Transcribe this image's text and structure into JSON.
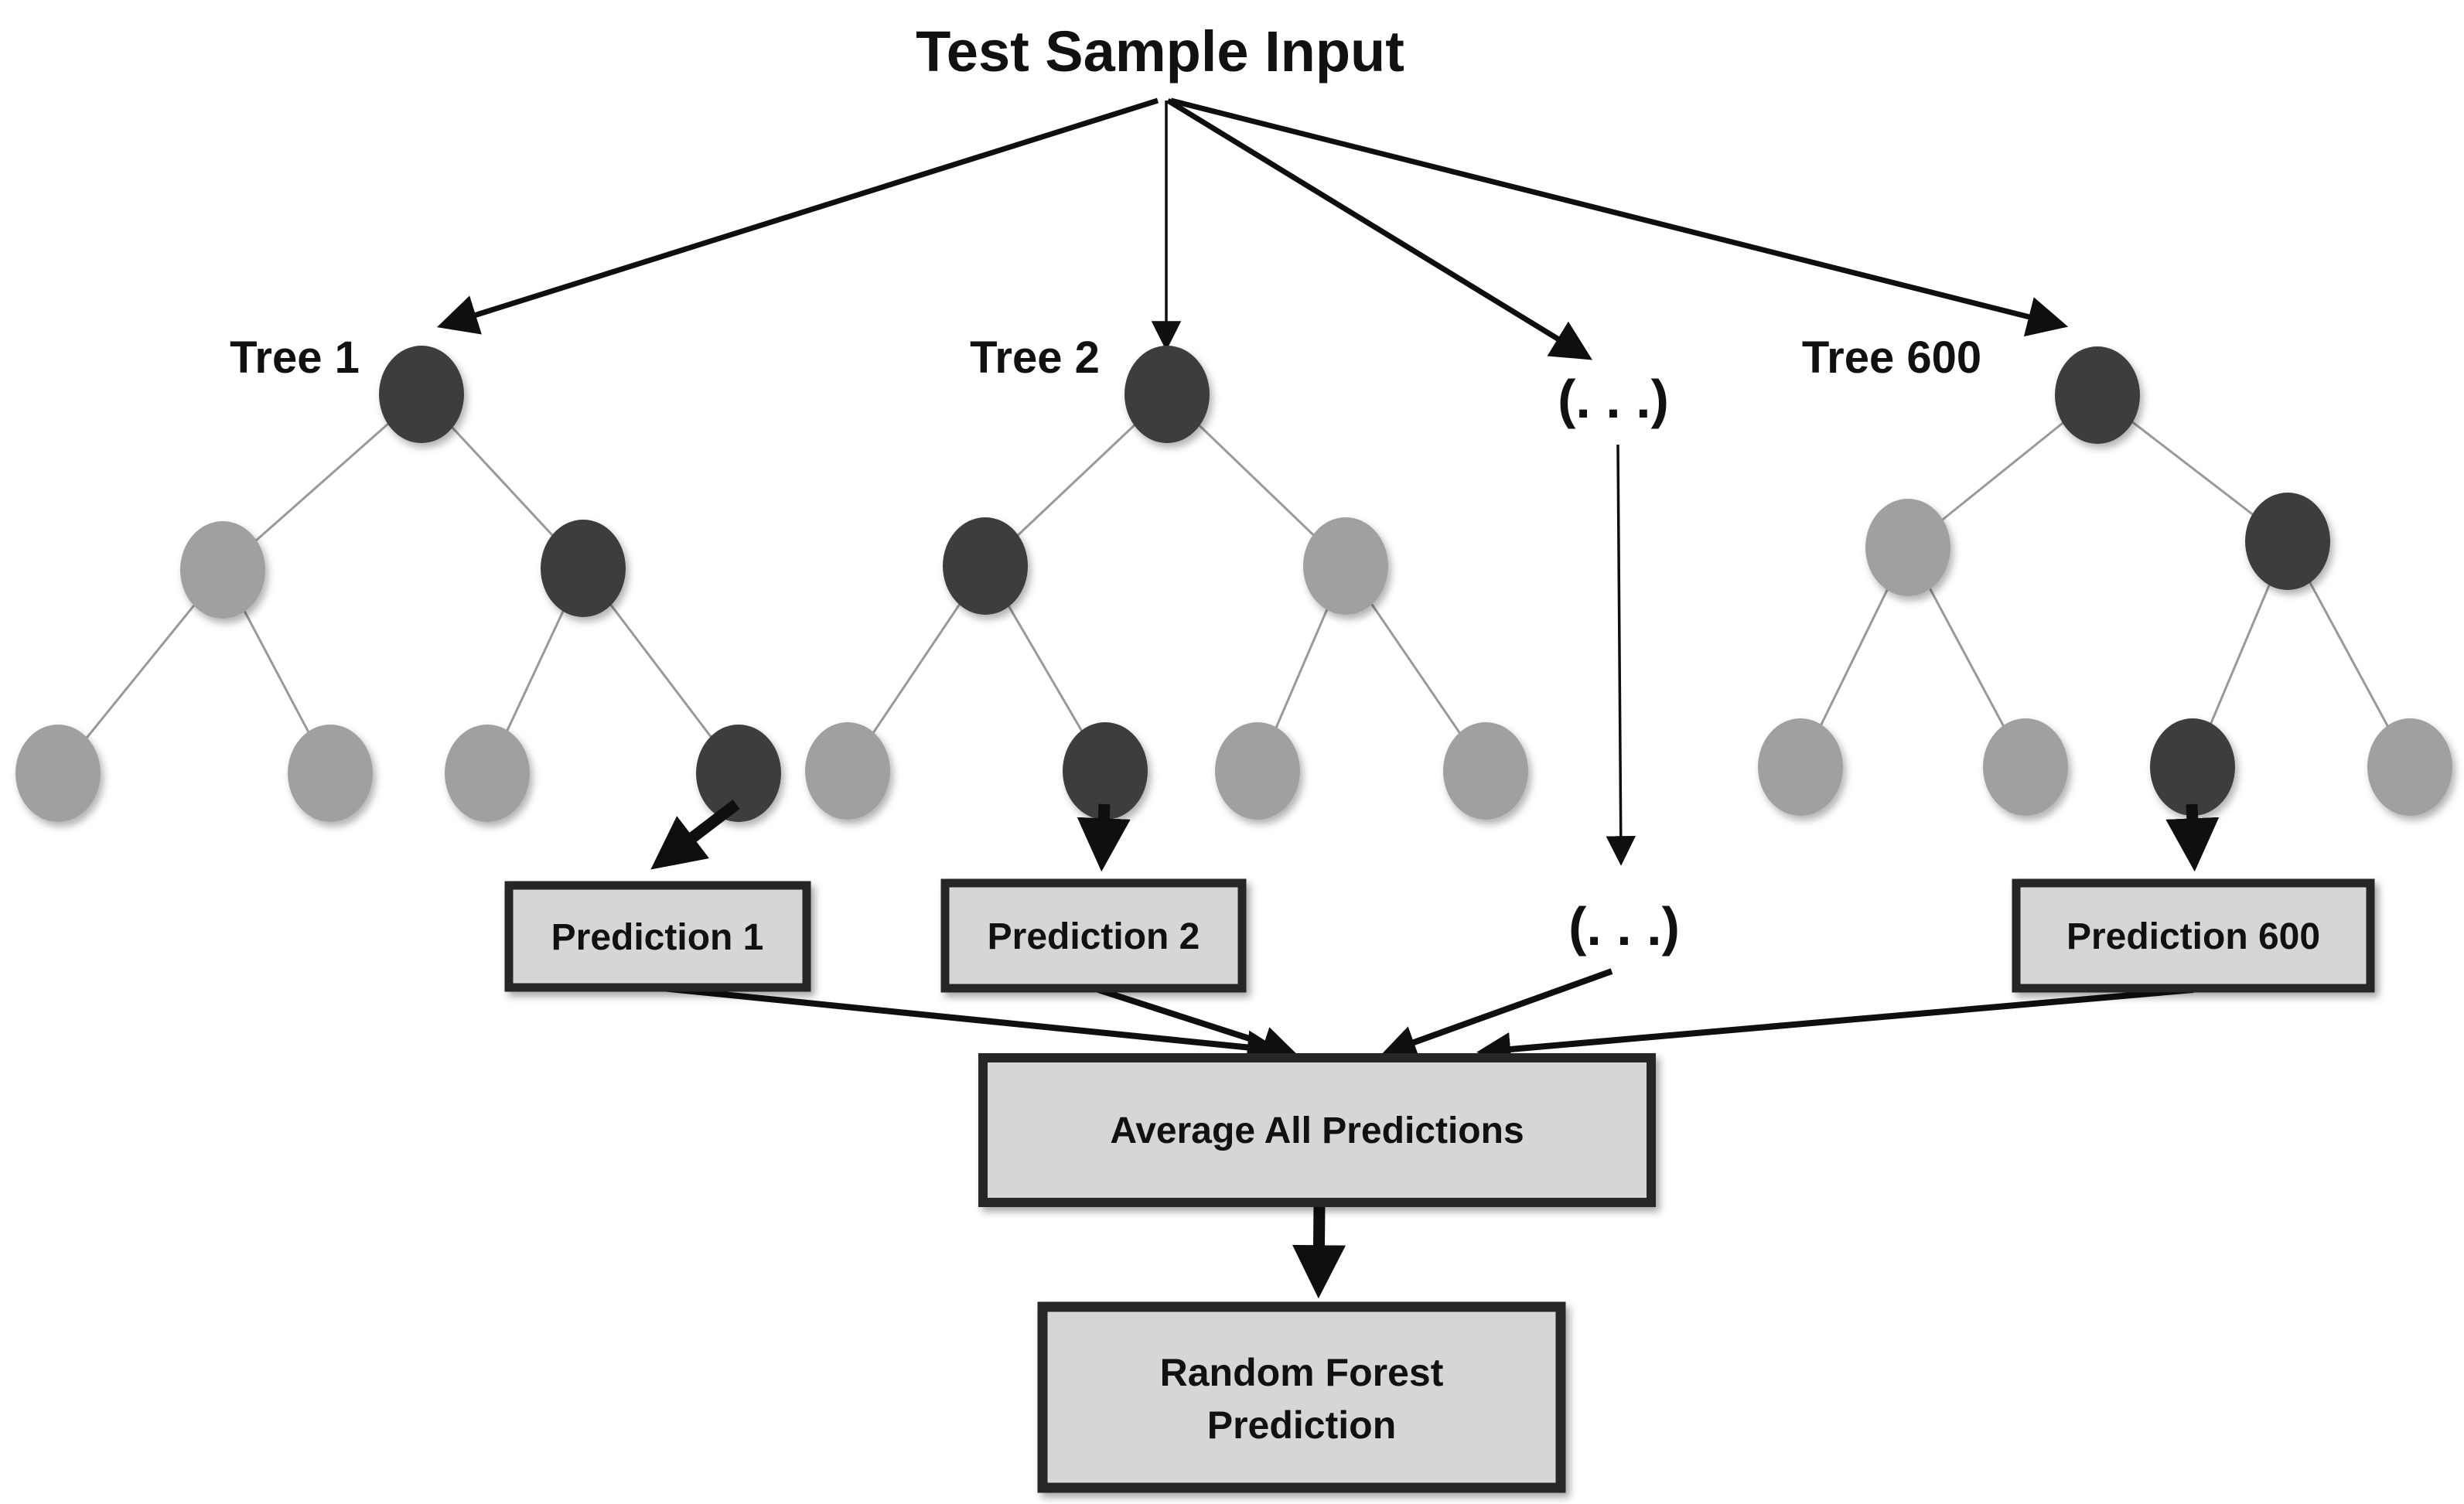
{
  "title": "Test Sample Input",
  "ellipsis": {
    "top": "(. . .)",
    "bottom": "(. . .)"
  },
  "trees": [
    {
      "label": "Tree 1",
      "node_shades": {
        "root": "dark",
        "left": "light",
        "right": "dark",
        "leaf1": "light",
        "leaf2": "light",
        "leaf3": "light",
        "leaf4": "dark"
      }
    },
    {
      "label": "Tree 2",
      "node_shades": {
        "root": "dark",
        "left": "dark",
        "right": "light",
        "leaf1": "light",
        "leaf2": "dark",
        "leaf3": "light",
        "leaf4": "light"
      }
    },
    {
      "label": "Tree 600",
      "node_shades": {
        "root": "dark",
        "left": "light",
        "right": "dark",
        "leaf1": "light",
        "leaf2": "light",
        "leaf3": "dark",
        "leaf4": "light"
      }
    }
  ],
  "predictions": [
    "Prediction 1",
    "Prediction 2",
    "Prediction 600"
  ],
  "average_label": "Average All Predictions",
  "final": {
    "line1": "Random Forest",
    "line2": "Prediction"
  },
  "colors": {
    "bg": "#ffffff",
    "text": "#111111",
    "node-dark": "#3e3e3e",
    "node-light": "#a0a0a0",
    "edge": "#999999",
    "arrow": "#0f0f0f",
    "box-fill": "#d6d6d6",
    "box-border": "#262626"
  }
}
